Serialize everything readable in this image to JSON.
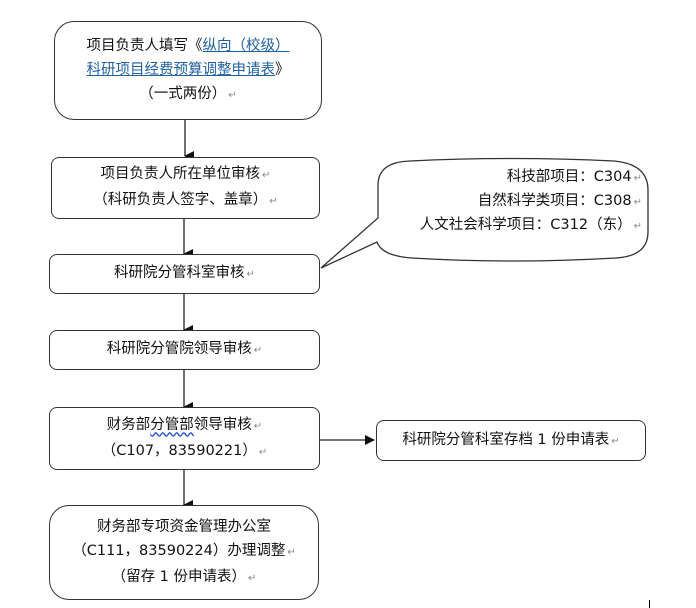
{
  "diagram": {
    "type": "flowchart",
    "steps": [
      {
        "id": "step1",
        "lines": [
          {
            "prefix": "项目负责人填写《",
            "link": "纵向（校级）"
          },
          {
            "link": "科研项目经费预算调整申请表",
            "suffix": "》"
          },
          {
            "text": "（一式两份）"
          }
        ]
      },
      {
        "id": "step2",
        "lines": [
          "项目负责人所在单位审核",
          "（科研负责人签字、盖章）"
        ]
      },
      {
        "id": "step3",
        "lines": [
          "科研院分管科室审核"
        ]
      },
      {
        "id": "step4",
        "lines": [
          "科研院分管院领导审核"
        ]
      },
      {
        "id": "step5",
        "lines": [
          {
            "prefix": "财务部",
            "squiggle": "分管部",
            "suffix": "领导审核"
          },
          {
            "text": "（C107，83590221）"
          }
        ]
      },
      {
        "id": "step6",
        "lines": [
          "财务部专项资金管理办公室",
          "（C111，83590224）办理调整",
          "（留存 1 份申请表）"
        ]
      }
    ],
    "side_box": {
      "id": "archive",
      "text": "科研院分管科室存档 1 份申请表"
    },
    "callout": {
      "lines": [
        "科技部项目：C304",
        "自然科学类项目：C308",
        "人文社会科学项目：C312（东）"
      ]
    },
    "paragraph_mark": "↵",
    "colors": {
      "stroke": "#333333",
      "link": "#1f5f9e",
      "squiggle": "#3355cc"
    }
  }
}
